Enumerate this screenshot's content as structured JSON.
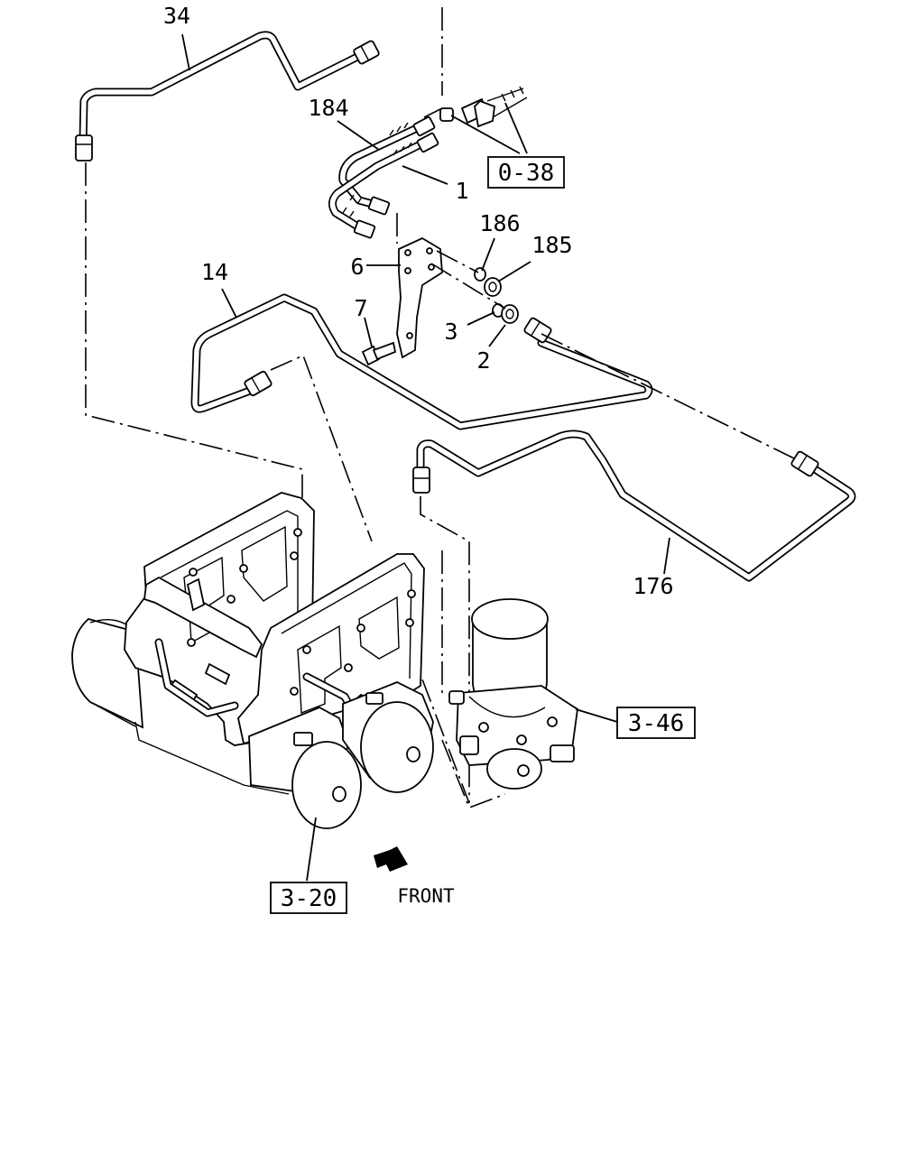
{
  "diagram": {
    "callouts": [
      {
        "id": "34",
        "label": "34"
      },
      {
        "id": "184",
        "label": "184"
      },
      {
        "id": "1",
        "label": "1"
      },
      {
        "id": "186",
        "label": "186"
      },
      {
        "id": "185",
        "label": "185"
      },
      {
        "id": "14",
        "label": "14"
      },
      {
        "id": "6",
        "label": "6"
      },
      {
        "id": "7",
        "label": "7"
      },
      {
        "id": "3",
        "label": "3"
      },
      {
        "id": "2",
        "label": "2"
      },
      {
        "id": "176",
        "label": "176"
      }
    ],
    "references": [
      {
        "id": "0-38",
        "label": "0-38"
      },
      {
        "id": "3-46",
        "label": "3-46"
      },
      {
        "id": "3-20",
        "label": "3-20"
      }
    ],
    "front_label": "FRONT"
  }
}
